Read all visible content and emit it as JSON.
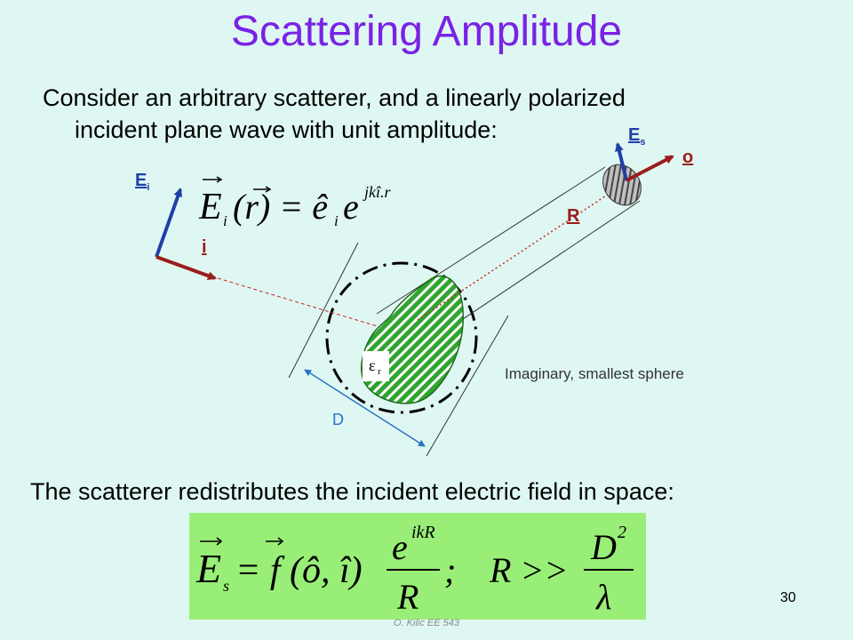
{
  "title": "Scattering Amplitude",
  "intro": {
    "line1": "Consider an arbitrary scatterer, and a linearly polarized",
    "line2": "incident plane wave with unit amplitude:"
  },
  "labels": {
    "Ei_main": "E",
    "Ei_sub": "i",
    "i": "i",
    "Es_main": "E",
    "Es_sub": "s",
    "o": "o",
    "R": "R",
    "D": "D",
    "epsilon": "ε",
    "epsilon_sub": "r"
  },
  "incident_formula": {
    "lhs_E": "E",
    "lhs_sub": "i",
    "lhs_arg": "(r) = ê",
    "rhs_sub": "i",
    "base": "e",
    "exponent": "jkî.r"
  },
  "note": "Imaginary, smallest sphere",
  "statement": "The scatterer redistributes the incident electric field in space:",
  "scattered_formula": {
    "lhs": "E",
    "lhs_sub": "s",
    "equals_f": "= f (ô, î)",
    "numerator": "e",
    "numerator_exp": "ikR",
    "denominator": "R",
    "separator": ";",
    "cond_lhs": "R >>",
    "cond_num": "D",
    "cond_num_exp": "2",
    "cond_den": "λ"
  },
  "page_number": "30",
  "footer": "O. Kilic   EE 543",
  "colors": {
    "title": "#7a22e6",
    "background": "#dff7f2",
    "formula_box": "#99ee77",
    "dark_red": "#9b1c1c",
    "blue": "#1f3fa8",
    "scatterer": "#2fa52f",
    "dimension": "#2a72c8"
  }
}
